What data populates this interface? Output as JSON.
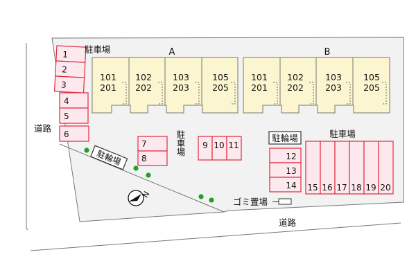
{
  "labels": {
    "parking": "駐車場",
    "bicycle_parking": "駐輪場",
    "garbage": "ゴミ置場",
    "road": "道路",
    "compass_letter": "N"
  },
  "buildings": [
    {
      "name": "A",
      "units": [
        {
          "upper": "101",
          "lower": "201"
        },
        {
          "upper": "102",
          "lower": "202"
        },
        {
          "upper": "103",
          "lower": "203"
        },
        {
          "upper": "105",
          "lower": "205"
        }
      ]
    },
    {
      "name": "B",
      "units": [
        {
          "upper": "101",
          "lower": "201"
        },
        {
          "upper": "102",
          "lower": "202"
        },
        {
          "upper": "103",
          "lower": "203"
        },
        {
          "upper": "105",
          "lower": "205"
        }
      ]
    }
  ],
  "parking_slots": {
    "left_column": [
      "1",
      "2",
      "3",
      "4",
      "5",
      "6"
    ],
    "center_pair": [
      "7",
      "8"
    ],
    "center_row": [
      "9",
      "10",
      "11"
    ],
    "right_stack": [
      "12",
      "13",
      "14"
    ],
    "right_row": [
      "15",
      "16",
      "17",
      "18",
      "19",
      "20"
    ]
  },
  "colors": {
    "building_fill": "#fbf6cf",
    "lot_fill": "#f2f2f2",
    "stall_fill": "#fde8ee",
    "stall_stroke": "#e0293f",
    "tree": "#22a02a"
  }
}
